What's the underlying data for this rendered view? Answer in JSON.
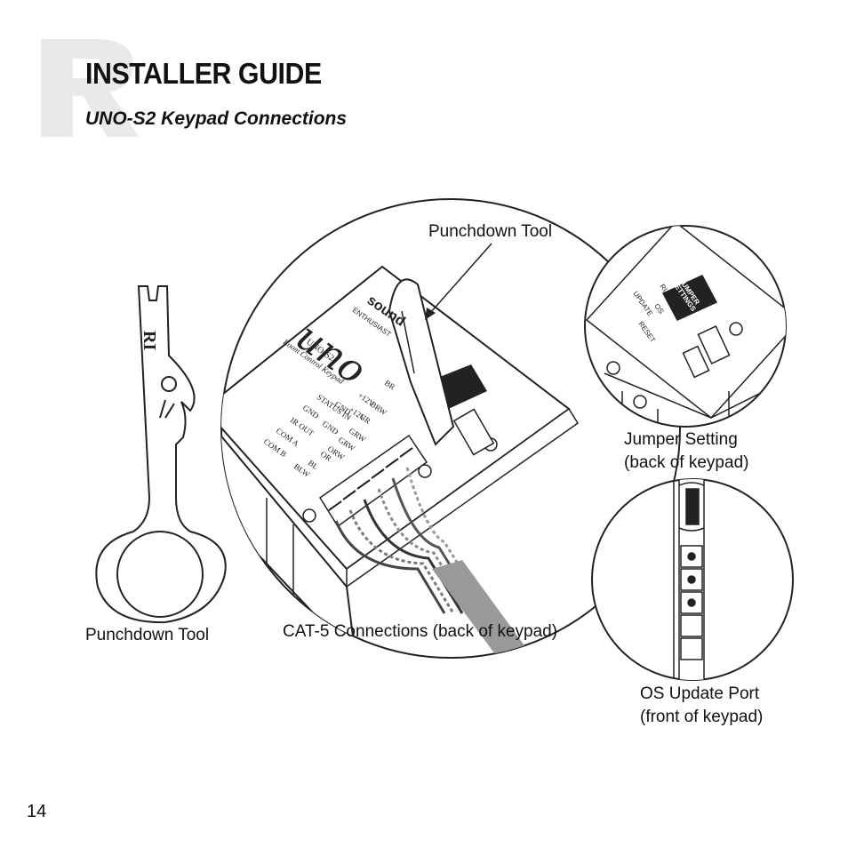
{
  "header": {
    "title": "INSTALLER GUIDE",
    "subtitle": "UNO-S2 Keypad Connections",
    "logo_letters": "RI"
  },
  "labels": {
    "punchdown_tool_top": "Punchdown Tool",
    "punchdown_tool_bottom": "Punchdown Tool",
    "cat5": "CAT-5 Connections (back of keypad)",
    "jumper_line1": "Jumper Setting",
    "jumper_line2": "(back of keypad)",
    "os_line1": "OS Update Port",
    "os_line2": "(front of keypad)"
  },
  "board": {
    "brand": "sound",
    "brand_sub": "ENTHUSIAST",
    "model": "UNO-S2",
    "model_sub": "Room Control Keypad",
    "left_terminals": [
      "STATUS IN",
      "GND",
      "IR OUT",
      "COM A",
      "COM B"
    ],
    "mid_terminals": [
      "+12V",
      "GND",
      "+12V",
      "GND",
      "GRW",
      "OR",
      "BL"
    ],
    "right_terminals": [
      "BR",
      "BRW",
      "GR",
      "GRW",
      "ORW",
      "BLW"
    ]
  },
  "jumper": {
    "title_line1": "JUMPER",
    "title_line2": "SETTINGS",
    "run": "RUN",
    "os": "OS",
    "update": "UPDATE",
    "reset": "RESET"
  },
  "page_number": "14"
}
